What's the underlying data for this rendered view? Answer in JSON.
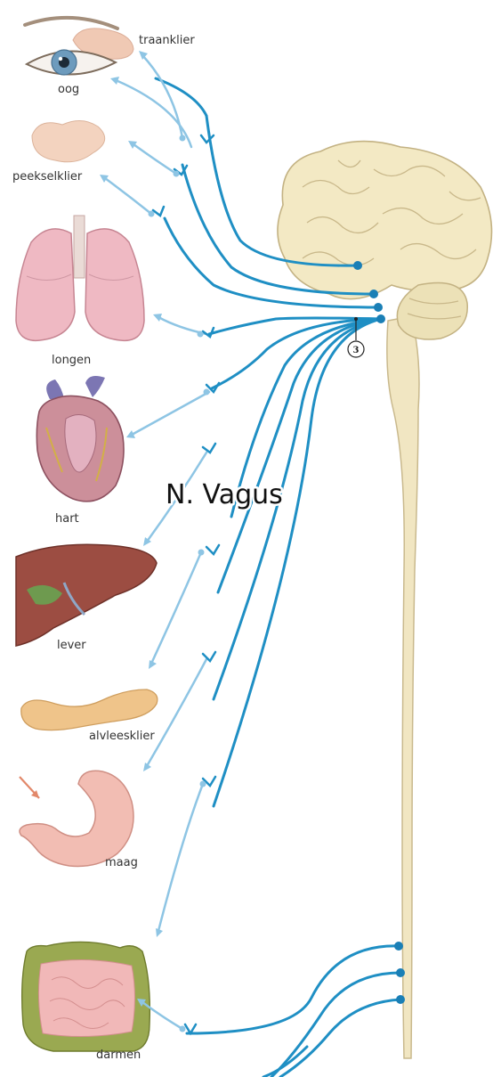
{
  "title": "N. Vagus",
  "marker": "3",
  "colors": {
    "nerve": "#1f8fc4",
    "nerve_light": "#8ec5e4",
    "brain": "#f3e9c4",
    "spinal_cord": "#f1e6c2",
    "organ_pink": "#efb9b9",
    "liver": "#9c4d42",
    "pancreas": "#efc48a"
  },
  "organs": [
    {
      "key": "tear_gland",
      "label": "traanklier"
    },
    {
      "key": "eye",
      "label": "oog"
    },
    {
      "key": "salivary_gland",
      "label": "peekselklier"
    },
    {
      "key": "lungs",
      "label": "longen"
    },
    {
      "key": "heart",
      "label": "hart"
    },
    {
      "key": "liver",
      "label": "lever"
    },
    {
      "key": "pancreas",
      "label": "alvleesklier"
    },
    {
      "key": "stomach",
      "label": "maag"
    },
    {
      "key": "intestines",
      "label": "darmen"
    }
  ]
}
